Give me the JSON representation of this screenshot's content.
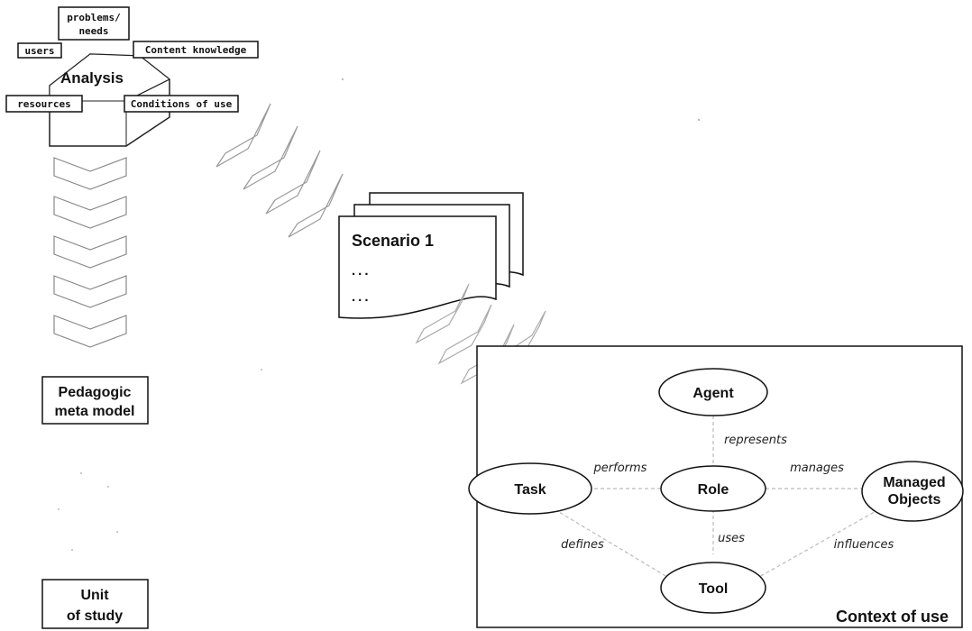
{
  "analysis": {
    "title": "Analysis",
    "facets": {
      "problems_line1": "problems/",
      "problems_line2": "needs",
      "users": "users",
      "content_knowledge": "Content knowledge",
      "resources": "resources",
      "conditions_of_use": "Conditions of use"
    }
  },
  "pedagogic_meta_model": {
    "line1": "Pedagogic",
    "line2": "meta model"
  },
  "unit_of_study": {
    "line1": "Unit",
    "line2": "of study"
  },
  "scenario": {
    "title": "Scenario 1",
    "line2": "...",
    "line3": "..."
  },
  "context_of_use": {
    "title": "Context of use",
    "nodes": {
      "agent": "Agent",
      "role": "Role",
      "task": "Task",
      "managed_objects_line1": "Managed",
      "managed_objects_line2": "Objects",
      "tool": "Tool"
    },
    "relations": {
      "represents": "represents",
      "performs": "performs",
      "manages": "manages",
      "defines": "defines",
      "uses": "uses",
      "influences": "influences"
    }
  }
}
